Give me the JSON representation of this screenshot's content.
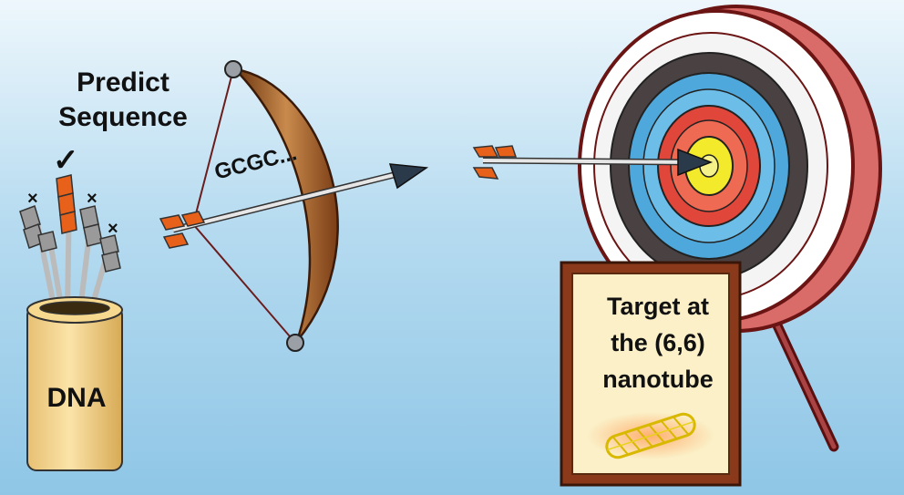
{
  "title": {
    "line1": "Predict",
    "line2": "Sequence"
  },
  "bow": {
    "sequence_label": "GCGC..."
  },
  "quiver": {
    "label": "DNA",
    "marks": {
      "selected": "✓",
      "rejected": "×"
    }
  },
  "sign": {
    "line1": "Target at",
    "line2": "the (6,6)",
    "line3": "nanotube"
  },
  "icons": [
    "checkmark-icon",
    "cross-icon",
    "nanotube-icon",
    "bullseye-target",
    "bow",
    "arrow"
  ],
  "colors": {
    "background_top": "#eef7fc",
    "background_bottom": "#8fc6e6",
    "fletching": "#e8611a",
    "bow_wood": "#8a4a1f",
    "target_red": "#e0463a",
    "target_blue": "#4fa8dc",
    "target_yellow": "#f2ea2a",
    "target_rim": "#6b1414",
    "quiver": "#f3d38a",
    "nanotube": "#e8d21a"
  }
}
